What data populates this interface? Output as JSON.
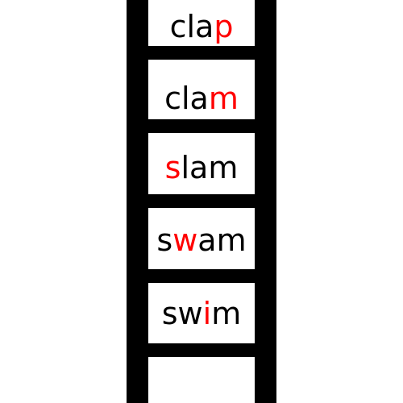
{
  "ladder": {
    "colors": {
      "text": "#000000",
      "highlight": "#ff0000",
      "rails": "#000000"
    },
    "words": [
      {
        "text": "clap",
        "before": "cla",
        "changed": "p",
        "after": ""
      },
      {
        "text": "clam",
        "before": "cla",
        "changed": "m",
        "after": ""
      },
      {
        "text": "slam",
        "before": "",
        "changed": "s",
        "after": "lam"
      },
      {
        "text": "swam",
        "before": "s",
        "changed": "w",
        "after": "am"
      },
      {
        "text": "swim",
        "before": "sw",
        "changed": "i",
        "after": "m"
      }
    ]
  }
}
